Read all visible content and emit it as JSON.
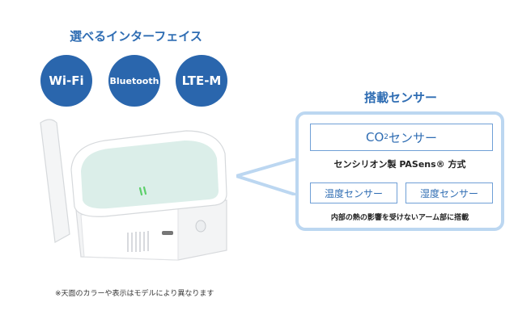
{
  "interfaces": {
    "heading": "選べるインターフェイス",
    "items": [
      "Wi-Fi",
      "Bluetooth",
      "LTE-M"
    ]
  },
  "sensors": {
    "heading": "搭載センサー",
    "co2_prefix": "CO",
    "co2_sub": "2",
    "co2_suffix": " センサー",
    "maker": "センシリオン製 PASens® 方式",
    "temp_a": "温度センサー",
    "temp_b": "湿度センサー",
    "mount_note": "内部の熱の影響を受けないアーム部に搭載"
  },
  "footnote": "※天面のカラーや表示はモデルにより異なります",
  "colors": {
    "brand_blue": "#2a66ad",
    "panel_border": "#bcd7f1",
    "device_top": "#dbeee9",
    "led_green": "#5ccf6a"
  }
}
